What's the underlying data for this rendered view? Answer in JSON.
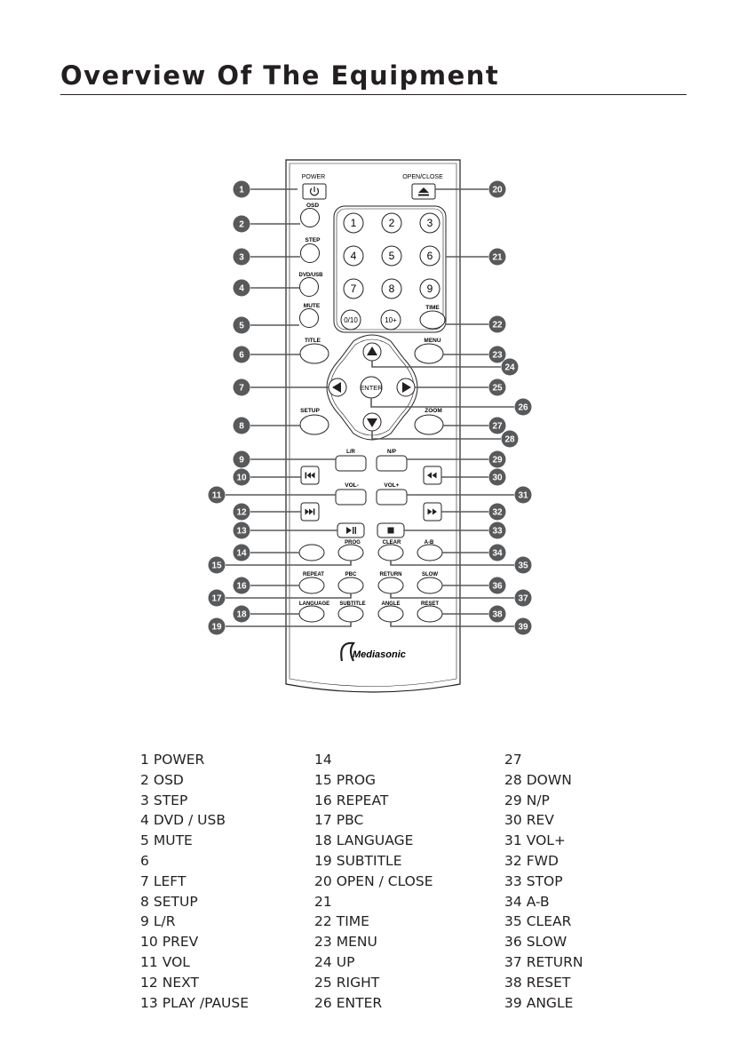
{
  "page": {
    "title": "Overview Of The Equipment"
  },
  "remote": {
    "brand": "Mediasonic",
    "labels": {
      "power": "POWER",
      "open_close": "OPEN/CLOSE",
      "osd": "OSD",
      "step": "STEP",
      "dvd_usb": "DVD/USB",
      "mute": "MUTE",
      "title": "TITLE",
      "setup": "SETUP",
      "time": "TIME",
      "menu": "MENU",
      "enter": "ENTER",
      "zoom": "ZOOM",
      "lr": "L/R",
      "np": "N/P",
      "vol_minus": "VOL-",
      "vol_plus": "VOL+",
      "prog": "PROG",
      "clear": "CLEAR",
      "ab": "A-B",
      "repeat": "REPEAT",
      "pbc": "PBC",
      "return": "RETURN",
      "slow": "SLOW",
      "language": "LANGUAGE",
      "subtitle": "SUBTITLE",
      "angle": "ANGLE",
      "reset": "RESET"
    },
    "numpad": [
      "1",
      "2",
      "3",
      "4",
      "5",
      "6",
      "7",
      "8",
      "9",
      "0/10",
      "10+"
    ],
    "callouts": [
      "1",
      "2",
      "3",
      "4",
      "5",
      "6",
      "7",
      "8",
      "9",
      "10",
      "11",
      "12",
      "13",
      "14",
      "15",
      "16",
      "17",
      "18",
      "19",
      "20",
      "21",
      "22",
      "23",
      "24",
      "25",
      "26",
      "27",
      "28",
      "29",
      "30",
      "31",
      "32",
      "33",
      "34",
      "35",
      "36",
      "37",
      "38",
      "39"
    ]
  },
  "legend": {
    "col1": [
      {
        "num": "1",
        "name": "POWER"
      },
      {
        "num": "2",
        "name": "OSD"
      },
      {
        "num": "3",
        "name": "STEP"
      },
      {
        "num": "4",
        "name": "DVD / USB"
      },
      {
        "num": "5",
        "name": "MUTE"
      },
      {
        "num": "6",
        "name": ""
      },
      {
        "num": "7",
        "name": "LEFT"
      },
      {
        "num": "8",
        "name": "SETUP"
      },
      {
        "num": "9",
        "name": "L/R"
      },
      {
        "num": "10",
        "name": "PREV"
      },
      {
        "num": "11",
        "name": "VOL"
      },
      {
        "num": "12",
        "name": "NEXT"
      },
      {
        "num": "13",
        "name": "PLAY /PAUSE"
      }
    ],
    "col2": [
      {
        "num": "14",
        "name": ""
      },
      {
        "num": "15",
        "name": "PROG"
      },
      {
        "num": "16",
        "name": "REPEAT"
      },
      {
        "num": "17",
        "name": "PBC"
      },
      {
        "num": "18",
        "name": "LANGUAGE"
      },
      {
        "num": "19",
        "name": "SUBTITLE"
      },
      {
        "num": "20",
        "name": "OPEN / CLOSE"
      },
      {
        "num": "21",
        "name": ""
      },
      {
        "num": "22",
        "name": "TIME"
      },
      {
        "num": "23",
        "name": "MENU"
      },
      {
        "num": "24",
        "name": "UP"
      },
      {
        "num": "25",
        "name": "RIGHT"
      },
      {
        "num": "26",
        "name": "ENTER"
      }
    ],
    "col3": [
      {
        "num": "27",
        "name": ""
      },
      {
        "num": "28",
        "name": "DOWN"
      },
      {
        "num": "29",
        "name": "N/P"
      },
      {
        "num": "30",
        "name": "REV"
      },
      {
        "num": "31",
        "name": "VOL+"
      },
      {
        "num": "32",
        "name": "FWD"
      },
      {
        "num": "33",
        "name": "STOP"
      },
      {
        "num": "34",
        "name": "A-B"
      },
      {
        "num": "35",
        "name": "CLEAR"
      },
      {
        "num": "36",
        "name": "SLOW"
      },
      {
        "num": "37",
        "name": "RETURN"
      },
      {
        "num": "38",
        "name": "RESET"
      },
      {
        "num": "39",
        "name": "ANGLE"
      }
    ]
  },
  "colors": {
    "ink": "#231f20",
    "callout": "#58595b"
  }
}
